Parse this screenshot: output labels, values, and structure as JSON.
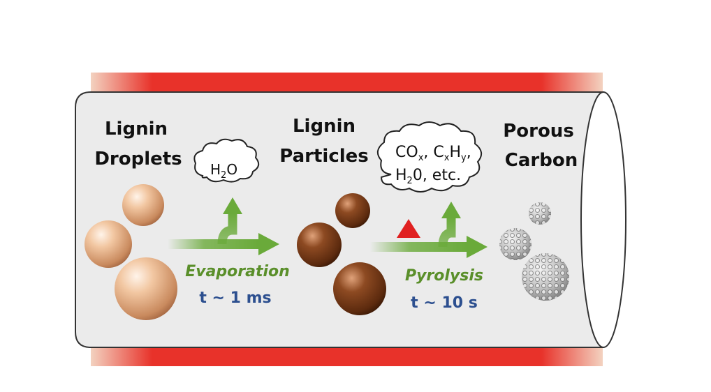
{
  "labels": {
    "droplets_line1": "Lignin",
    "droplets_line2": "Droplets",
    "particles_line1": "Lignin",
    "particles_line2": "Particles",
    "carbon_line1": "Porous",
    "carbon_line2": "Carbon"
  },
  "cloud_1": {
    "main": "H",
    "sub": "2",
    "tail": "O"
  },
  "cloud_2": {
    "co": "CO",
    "co_sub": "x",
    "sep": ", ",
    "c": "C",
    "c_sub": "x",
    "h": "H",
    "h_sub": "y",
    "comma": ",",
    "line2_main": "H",
    "line2_sub": "2",
    "line2_tail": "0, etc."
  },
  "steps": {
    "evaporation": "Evaporation",
    "evaporation_time": "t ~ 1 ms",
    "pyrolysis": "Pyrolysis",
    "pyrolysis_time": "t ~ 10 s"
  },
  "colors": {
    "heater_red": "#e8322a",
    "tube_fill": "#ebebeb",
    "arrow_green": "#6aaa3a",
    "droplet_tan": "#e8b38c",
    "particle_brown": "#7a3d18",
    "carbon_gray": "#b8b8b8",
    "heat_triangle": "#e02020",
    "process_text": "#5a8f2a",
    "time_text": "#2c4f8f"
  },
  "icons": {
    "heat": "red-triangle-icon"
  }
}
